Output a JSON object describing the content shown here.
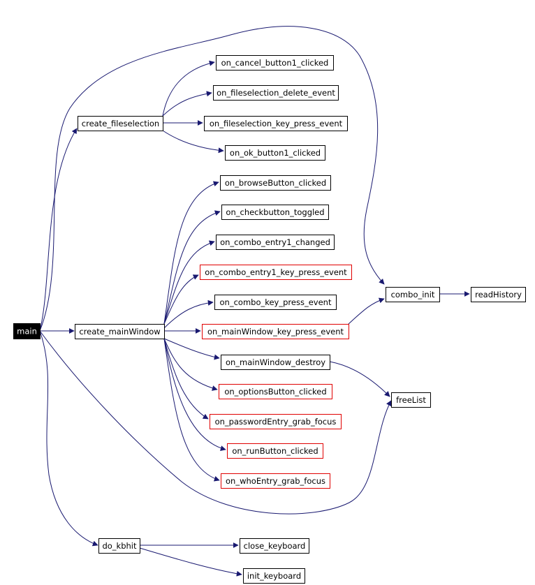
{
  "colors": {
    "edge": "#191970",
    "box_border_normal": "#000000",
    "box_border_highlight": "#e00000",
    "root_fill": "#000000",
    "root_text": "#ffffff",
    "background": "#ffffff"
  },
  "nodes": {
    "main": {
      "label": "main",
      "style": "root"
    },
    "create_fileselection": {
      "label": "create_fileselection",
      "style": "normal"
    },
    "on_cancel_button1_clicked": {
      "label": "on_cancel_button1_clicked",
      "style": "normal"
    },
    "on_fileselection_delete_event": {
      "label": "on_fileselection_delete_event",
      "style": "normal"
    },
    "on_fileselection_key_press_event": {
      "label": "on_fileselection_key_press_event",
      "style": "normal"
    },
    "on_ok_button1_clicked": {
      "label": "on_ok_button1_clicked",
      "style": "normal"
    },
    "on_browseButton_clicked": {
      "label": "on_browseButton_clicked",
      "style": "normal"
    },
    "on_checkbutton_toggled": {
      "label": "on_checkbutton_toggled",
      "style": "normal"
    },
    "on_combo_entry1_changed": {
      "label": "on_combo_entry1_changed",
      "style": "normal"
    },
    "on_combo_entry1_key_press_event": {
      "label": "on_combo_entry1_key_press_event",
      "style": "highlight"
    },
    "on_combo_key_press_event": {
      "label": "on_combo_key_press_event",
      "style": "normal"
    },
    "create_mainWindow": {
      "label": "create_mainWindow",
      "style": "normal"
    },
    "on_mainWindow_key_press_event": {
      "label": "on_mainWindow_key_press_event",
      "style": "highlight"
    },
    "combo_init": {
      "label": "combo_init",
      "style": "normal"
    },
    "readHistory": {
      "label": "readHistory",
      "style": "normal"
    },
    "on_mainWindow_destroy": {
      "label": "on_mainWindow_destroy",
      "style": "normal"
    },
    "on_optionsButton_clicked": {
      "label": "on_optionsButton_clicked",
      "style": "highlight"
    },
    "freeList": {
      "label": "freeList",
      "style": "normal"
    },
    "on_passwordEntry_grab_focus": {
      "label": "on_passwordEntry_grab_focus",
      "style": "highlight"
    },
    "on_runButton_clicked": {
      "label": "on_runButton_clicked",
      "style": "highlight"
    },
    "on_whoEntry_grab_focus": {
      "label": "on_whoEntry_grab_focus",
      "style": "highlight"
    },
    "do_kbhit": {
      "label": "do_kbhit",
      "style": "normal"
    },
    "close_keyboard": {
      "label": "close_keyboard",
      "style": "normal"
    },
    "init_keyboard": {
      "label": "init_keyboard",
      "style": "normal"
    }
  },
  "edges": [
    {
      "from": "main",
      "to": "create_fileselection"
    },
    {
      "from": "main",
      "to": "create_mainWindow"
    },
    {
      "from": "main",
      "to": "combo_init"
    },
    {
      "from": "main",
      "to": "freeList"
    },
    {
      "from": "main",
      "to": "do_kbhit"
    },
    {
      "from": "create_fileselection",
      "to": "on_cancel_button1_clicked"
    },
    {
      "from": "create_fileselection",
      "to": "on_fileselection_delete_event"
    },
    {
      "from": "create_fileselection",
      "to": "on_fileselection_key_press_event"
    },
    {
      "from": "create_fileselection",
      "to": "on_ok_button1_clicked"
    },
    {
      "from": "create_mainWindow",
      "to": "on_browseButton_clicked"
    },
    {
      "from": "create_mainWindow",
      "to": "on_checkbutton_toggled"
    },
    {
      "from": "create_mainWindow",
      "to": "on_combo_entry1_changed"
    },
    {
      "from": "create_mainWindow",
      "to": "on_combo_entry1_key_press_event"
    },
    {
      "from": "create_mainWindow",
      "to": "on_combo_key_press_event"
    },
    {
      "from": "create_mainWindow",
      "to": "on_mainWindow_key_press_event"
    },
    {
      "from": "create_mainWindow",
      "to": "on_mainWindow_destroy"
    },
    {
      "from": "create_mainWindow",
      "to": "on_optionsButton_clicked"
    },
    {
      "from": "create_mainWindow",
      "to": "on_passwordEntry_grab_focus"
    },
    {
      "from": "create_mainWindow",
      "to": "on_runButton_clicked"
    },
    {
      "from": "create_mainWindow",
      "to": "on_whoEntry_grab_focus"
    },
    {
      "from": "on_mainWindow_key_press_event",
      "to": "combo_init"
    },
    {
      "from": "combo_init",
      "to": "readHistory"
    },
    {
      "from": "on_mainWindow_destroy",
      "to": "freeList"
    },
    {
      "from": "do_kbhit",
      "to": "close_keyboard"
    },
    {
      "from": "do_kbhit",
      "to": "init_keyboard"
    }
  ]
}
